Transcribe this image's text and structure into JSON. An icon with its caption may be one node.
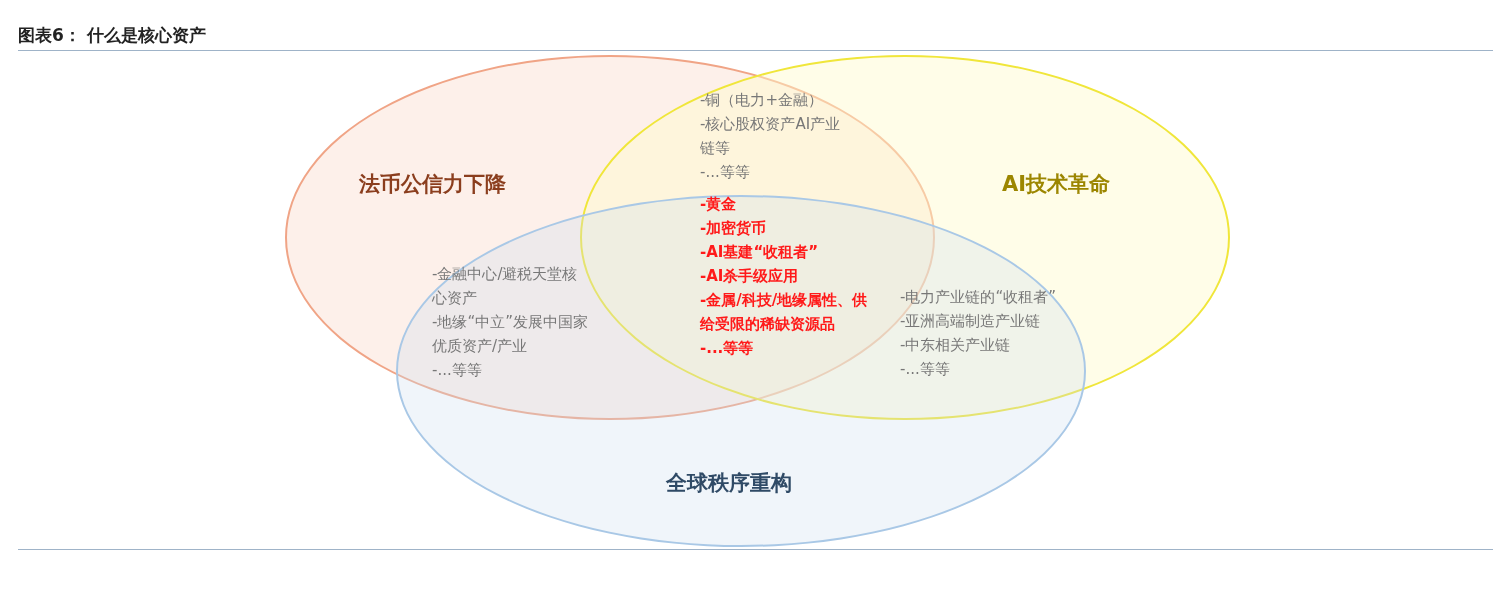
{
  "diagram": {
    "title": "图表6： 什么是核心资产",
    "nodes": [
      {
        "text": [
          "法币公信力下降"
        ]
      },
      {
        "text": [
          "AI技术革命"
        ]
      },
      {
        "text": [
          "全球秩序重构"
        ]
      }
    ],
    "labels": [
      "-铜（电力+金融）",
      "-核心股权资产AI产业链等",
      "-...等等",
      "-黄金",
      "-加密货币",
      "-AI基建“收租者”",
      "-AI杀手级应用",
      "-金属/科技/地缘属性、供给受限的稀缺资源品",
      "-...等等",
      "-金融中心/避税天堂核心资产",
      "-地缘“中立”发展中国家优质资产/产业",
      "-...等等",
      "-电力产业链的“收租者”",
      "-亚洲高端制造产业链",
      "-中东相关产业链",
      "-...等等"
    ]
  }
}
